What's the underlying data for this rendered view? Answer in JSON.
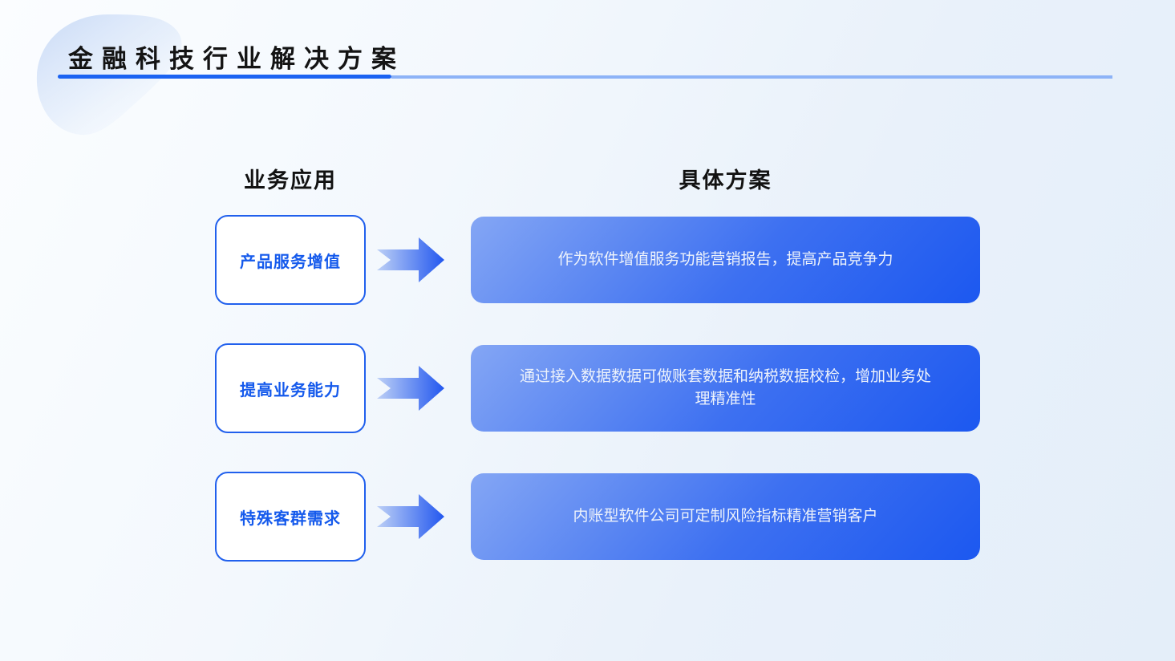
{
  "slide": {
    "title": "金融科技行业解决方案",
    "columns": {
      "left_header": "业务应用",
      "right_header": "具体方案"
    },
    "rows": [
      {
        "label": "产品服务增值",
        "solution": "作为软件增值服务功能营销报告，提高产品竞争力"
      },
      {
        "label": "提高业务能力",
        "solution": "通过接入数据数据可做账套数据和纳税数据校检，增加业务处理精准性"
      },
      {
        "label": "特殊客群需求",
        "solution": "内账型软件公司可定制风险指标精准营销客户"
      }
    ],
    "colors": {
      "title_color": "#141414",
      "accent_blue": "#1b63f2",
      "underline_light": "#8db3f7",
      "box_border": "#2160ed",
      "box_text": "#155aec",
      "panel_gradient_start": "#84a6f4",
      "panel_gradient_end": "#1c58f0",
      "arrow_gradient_start": "#bdd0f6",
      "arrow_gradient_end": "#2257ef",
      "blob_tint": "#c6d8f6"
    }
  }
}
